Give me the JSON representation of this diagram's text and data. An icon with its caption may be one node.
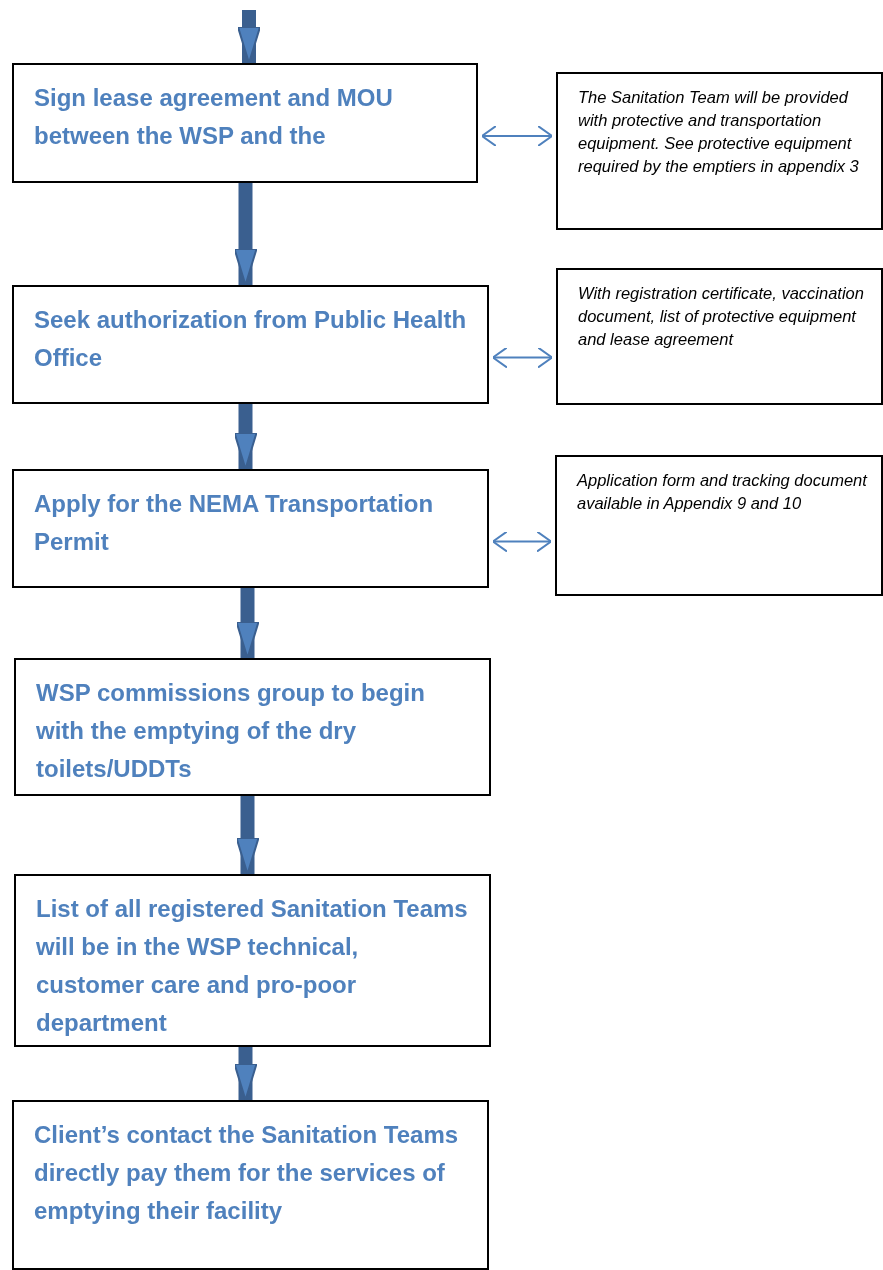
{
  "diagram": {
    "nodes": [
      {
        "text": [
          "Sign lease agreement and MOU between the WSP and the"
        ]
      },
      {
        "text": [
          "The Sanitation Team will be provided with protective and transportation equipment. See protective equipment required by the emptiers in appendix 3"
        ]
      },
      {
        "text": [
          "Seek authorization from Public Health Office"
        ]
      },
      {
        "text": [
          "With registration certificate, vaccination document, list of protective equipment and lease agreement"
        ]
      },
      {
        "text": [
          "Apply for the NEMA Transportation Permit"
        ]
      },
      {
        "text": [
          "Application form and tracking document available in Appendix 9 and 10"
        ]
      },
      {
        "text": [
          "WSP commissions group to begin with the emptying of the dry toilets/UDDTs"
        ]
      },
      {
        "text": [
          "List of all registered Sanitation Teams will be in the WSP technical, customer care and pro-poor department"
        ]
      },
      {
        "text": [
          "Client’s contact the Sanitation Teams directly pay them for the services of emptying their facility"
        ]
      }
    ],
    "edges": [
      {
        "from": null,
        "to": 0,
        "arrow": "to"
      },
      {
        "from": 0,
        "to": 1,
        "arrow": "both"
      },
      {
        "from": 0,
        "to": 2,
        "arrow": "to"
      },
      {
        "from": 2,
        "to": 3,
        "arrow": "both"
      },
      {
        "from": 2,
        "to": 4,
        "arrow": "to"
      },
      {
        "from": 4,
        "to": 5,
        "arrow": "both"
      },
      {
        "from": 4,
        "to": 6,
        "arrow": "to"
      },
      {
        "from": 6,
        "to": 7,
        "arrow": "to"
      },
      {
        "from": 7,
        "to": 8,
        "arrow": "to"
      }
    ]
  }
}
